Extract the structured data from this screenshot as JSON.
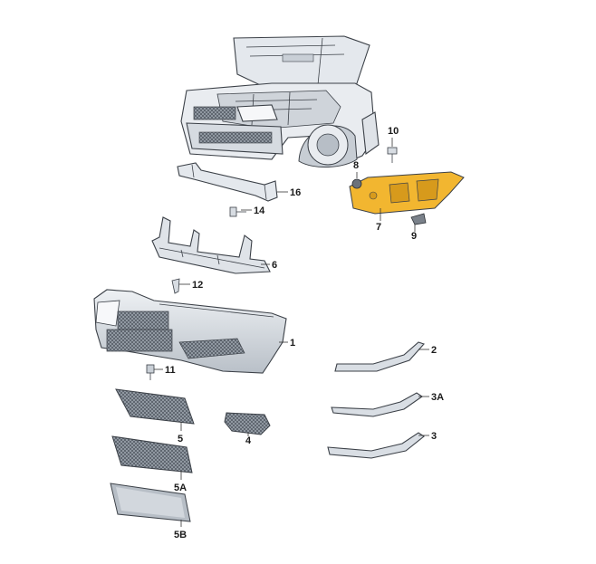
{
  "labels": {
    "p1": "1",
    "p2": "2",
    "p3": "3",
    "p3a": "3A",
    "p4": "4",
    "p5": "5",
    "p5a": "5A",
    "p5b": "5B",
    "p6": "6",
    "p7": "7",
    "p8": "8",
    "p9": "9",
    "p10": "10",
    "p11": "11",
    "p12": "12",
    "p14": "14",
    "p16": "16"
  },
  "colors": {
    "part_fill": "#e6eaef",
    "part_dark": "#aab1ba",
    "highlight": "#f2b630",
    "outline": "#3c4148"
  }
}
